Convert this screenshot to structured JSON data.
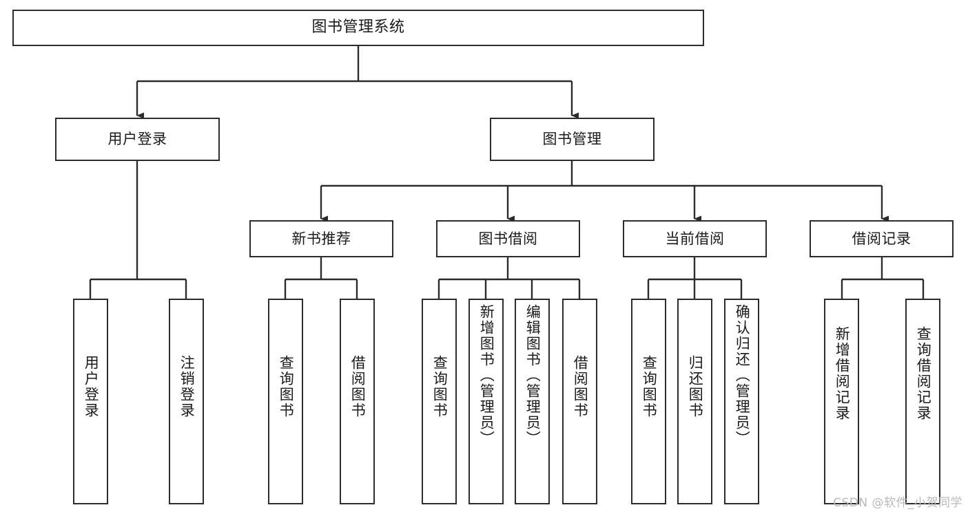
{
  "diagram": {
    "type": "hierarchy-tree",
    "title": "图书管理系统",
    "stroke_color": "#2b2b2b",
    "background_color": "#ffffff",
    "watermark": "CSDN @软件_小贺同学",
    "levels": {
      "root": {
        "label": "图书管理系统"
      },
      "level2": [
        {
          "id": "user-login",
          "label": "用户登录"
        },
        {
          "id": "book-manage",
          "label": "图书管理"
        }
      ],
      "level3": [
        {
          "id": "new-book-recommend",
          "label": "新书推荐",
          "parent": "book-manage"
        },
        {
          "id": "book-borrow",
          "label": "图书借阅",
          "parent": "book-manage"
        },
        {
          "id": "current-borrow",
          "label": "当前借阅",
          "parent": "book-manage"
        },
        {
          "id": "borrow-record",
          "label": "借阅记录",
          "parent": "book-manage"
        }
      ],
      "leaves": {
        "user-login": [
          {
            "id": "leaf-user-login",
            "label": "用户登录"
          },
          {
            "id": "leaf-user-logout",
            "label": "注销登录"
          }
        ],
        "new-book-recommend": [
          {
            "id": "leaf-query-book-1",
            "label": "查询图书"
          },
          {
            "id": "leaf-borrow-book-1",
            "label": "借阅图书"
          }
        ],
        "book-borrow": [
          {
            "id": "leaf-query-book-2",
            "label": "查询图书"
          },
          {
            "id": "leaf-add-book",
            "label": "新增图书（管理员）"
          },
          {
            "id": "leaf-edit-book",
            "label": "编辑图书（管理员）"
          },
          {
            "id": "leaf-borrow-book-2",
            "label": "借阅图书"
          }
        ],
        "current-borrow": [
          {
            "id": "leaf-query-book-3",
            "label": "查询图书"
          },
          {
            "id": "leaf-return-book",
            "label": "归还图书"
          },
          {
            "id": "leaf-confirm-return",
            "label": "确认归还（管理员）"
          }
        ],
        "borrow-record": [
          {
            "id": "leaf-add-record",
            "label": "新增借阅记录"
          },
          {
            "id": "leaf-query-record",
            "label": "查询借阅记录"
          }
        ]
      }
    }
  }
}
